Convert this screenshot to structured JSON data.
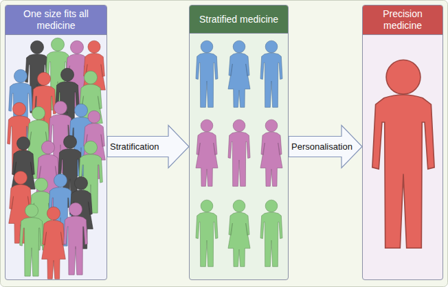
{
  "diagram": {
    "nodes": [
      {
        "text": [
          "One size fits all medicine"
        ]
      },
      {
        "text": [
          "Stratified medicine"
        ]
      },
      {
        "text": [
          "Precision medicine"
        ]
      }
    ],
    "edges": [
      {
        "from": 0,
        "to": 1,
        "arrow": "to",
        "label": "Stratification"
      },
      {
        "from": 1,
        "to": 2,
        "arrow": "to",
        "label": "Personalisation"
      }
    ]
  }
}
